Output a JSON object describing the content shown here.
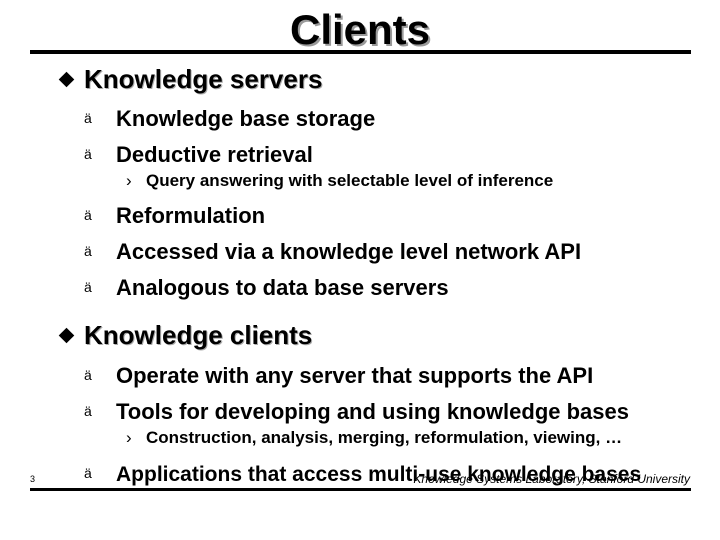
{
  "title": "Clients",
  "sections": [
    {
      "heading": "Knowledge servers",
      "items": [
        {
          "text": "Knowledge base storage"
        },
        {
          "text": "Deductive retrieval",
          "sub": [
            "Query answering with selectable level of inference"
          ]
        },
        {
          "text": "Reformulation"
        },
        {
          "text": "Accessed via a knowledge level network API"
        },
        {
          "text": "Analogous to data base servers"
        }
      ]
    },
    {
      "heading": "Knowledge clients",
      "items": [
        {
          "text": "Operate with any server that supports the API"
        },
        {
          "text": "Tools for developing and using knowledge bases",
          "sub": [
            "Construction, analysis, merging, reformulation, viewing, …"
          ]
        },
        {
          "text": "Applications that access multi-use knowledge bases"
        }
      ]
    }
  ],
  "glyphs": {
    "level2": "ä",
    "level3": "›"
  },
  "footer": {
    "page_number": "3",
    "credit": "Knowledge Systems Laboratory, Stanford University"
  }
}
